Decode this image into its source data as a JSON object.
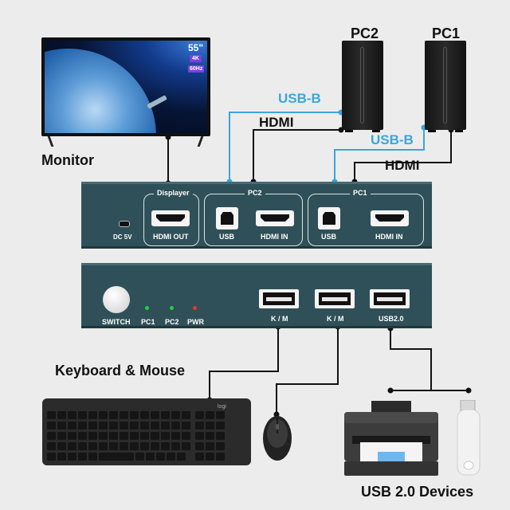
{
  "labels": {
    "pc2": "PC2",
    "pc1": "PC1",
    "monitor": "Monitor",
    "usb_b_top": "USB-B",
    "hdmi_top": "HDMI",
    "usb_b_right": "USB-B",
    "hdmi_right": "HDMI",
    "keyboard_mouse": "Keyboard & Mouse",
    "usb_devices": "USB 2.0 Devices"
  },
  "monitor": {
    "size": "55\"",
    "badge_res": "4K",
    "badge_hz": "60Hz"
  },
  "back_panel": {
    "dc": "DC 5V",
    "group_displayer": "Displayer",
    "group_pc2": "PC2",
    "group_pc1": "PC1",
    "hdmi_out": "HDMI OUT",
    "usb_pc2": "USB",
    "hdmi_in_pc2": "HDMI IN",
    "usb_pc1": "USB",
    "hdmi_in_pc1": "HDMI IN"
  },
  "front_panel": {
    "switch": "SWITCH",
    "led_pc1": "PC1",
    "led_pc2": "PC2",
    "led_pwr": "PWR",
    "port1": "K / M",
    "port2": "K / M",
    "port3": "USB2.0"
  },
  "keyboard": {
    "brand": "logi"
  },
  "colors": {
    "usb_cable": "#3aa6dc",
    "kvm_body": "#2f5058",
    "led_green": "#1fd03a",
    "led_red": "#e53b2b"
  }
}
